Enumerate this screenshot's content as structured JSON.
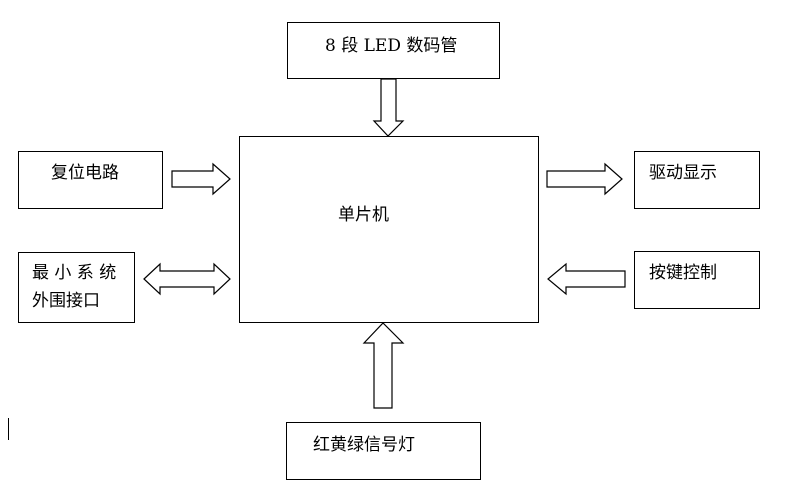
{
  "diagram": {
    "center": {
      "label": "单片机"
    },
    "top": {
      "label": "8 段 LED 数码管"
    },
    "left_top": {
      "label": "复位电路"
    },
    "left_bottom": {
      "line1": "最 小 系 统",
      "line2": "外围接口"
    },
    "right_top": {
      "label": "驱动显示"
    },
    "right_bottom": {
      "label": "按键控制"
    },
    "bottom": {
      "label": "红黄绿信号灯"
    }
  }
}
